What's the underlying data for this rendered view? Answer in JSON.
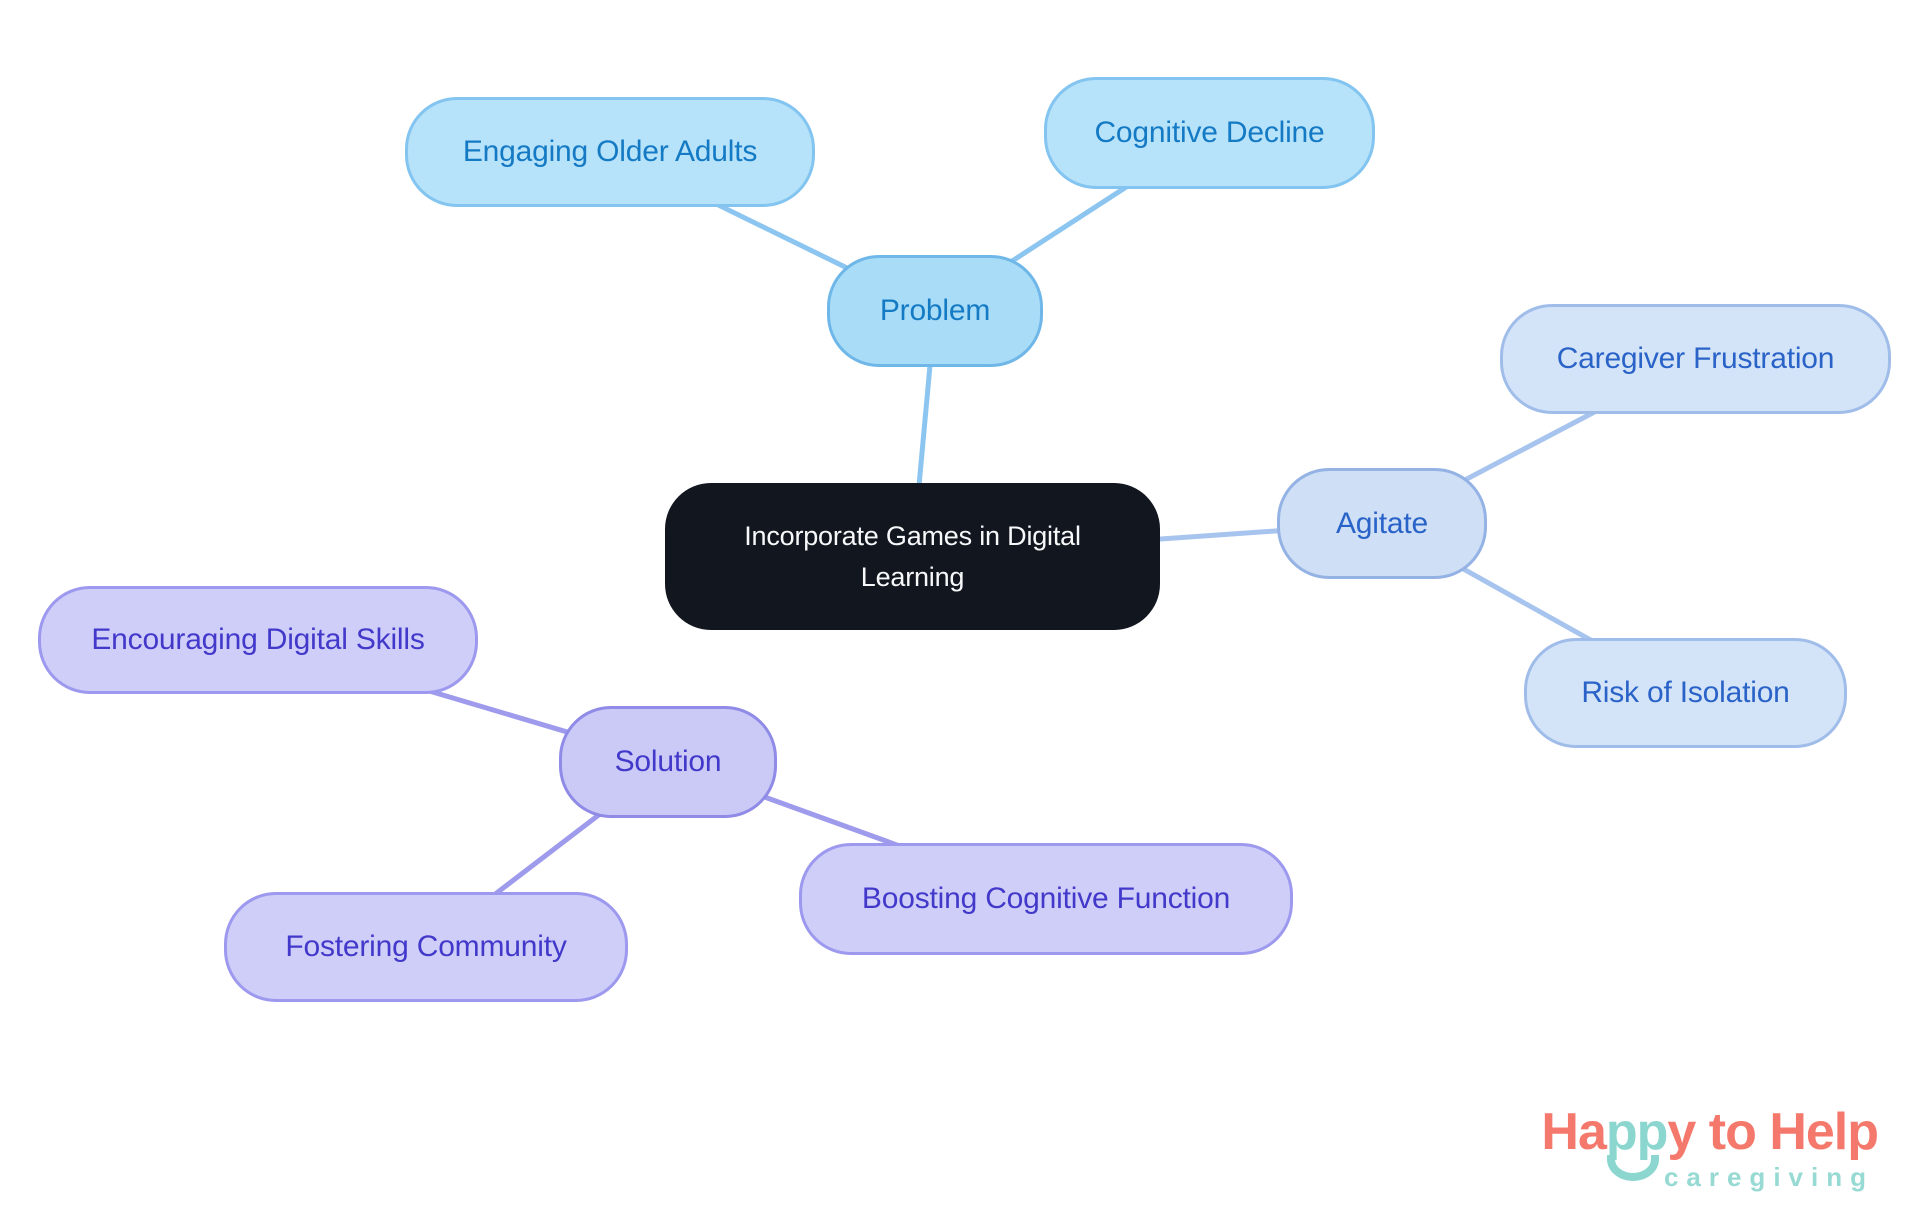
{
  "diagram": {
    "type": "mindmap",
    "central_topic": "Incorporate Games in Digital Learning",
    "nodes": {
      "center": {
        "label": "Incorporate Games in Digital Learning"
      },
      "problem": {
        "label": "Problem"
      },
      "engaging": {
        "label": "Engaging Older Adults"
      },
      "cognitive": {
        "label": "Cognitive Decline"
      },
      "agitate": {
        "label": "Agitate"
      },
      "caregiver": {
        "label": "Caregiver Frustration"
      },
      "risk": {
        "label": "Risk of Isolation"
      },
      "solution": {
        "label": "Solution"
      },
      "digital_skills": {
        "label": "Encouraging Digital Skills"
      },
      "community": {
        "label": "Fostering Community"
      },
      "boosting": {
        "label": "Boosting Cognitive Function"
      }
    },
    "branches": {
      "problem": {
        "parent": "problem",
        "children": [
          "engaging",
          "cognitive"
        ]
      },
      "agitate": {
        "parent": "agitate",
        "children": [
          "caregiver",
          "risk"
        ]
      },
      "solution": {
        "parent": "solution",
        "children": [
          "digital_skills",
          "community",
          "boosting"
        ]
      }
    },
    "edges": [
      {
        "from": "engaging",
        "to": "problem",
        "branch": "problem"
      },
      {
        "from": "cognitive",
        "to": "problem",
        "branch": "problem"
      },
      {
        "from": "problem",
        "to": "center",
        "branch": "problem"
      },
      {
        "from": "caregiver",
        "to": "agitate",
        "branch": "agitate"
      },
      {
        "from": "risk",
        "to": "agitate",
        "branch": "agitate"
      },
      {
        "from": "agitate",
        "to": "center",
        "branch": "agitate"
      },
      {
        "from": "digital_skills",
        "to": "solution",
        "branch": "solution"
      },
      {
        "from": "community",
        "to": "solution",
        "branch": "solution"
      },
      {
        "from": "boosting",
        "to": "solution",
        "branch": "solution"
      }
    ],
    "palette": {
      "problem": {
        "parent_fill": "#A9DCF7",
        "parent_border": "#6FB7E8",
        "child_fill": "#B6E2FA",
        "child_border": "#83C5F0",
        "text": "#157AC4",
        "edge": "#8BC5F0"
      },
      "agitate": {
        "parent_fill": "#CEDFF6",
        "parent_border": "#94B3E4",
        "child_fill": "#D4E4F8",
        "child_border": "#A0BDEA",
        "text": "#2A63C8",
        "edge": "#A6C4ED"
      },
      "solution": {
        "parent_fill": "#CBCAF7",
        "parent_border": "#8F8BE6",
        "child_fill": "#CFCEF9",
        "child_border": "#9D99EE",
        "text": "#4239CA",
        "edge": "#9F9BEC"
      }
    },
    "center_style": {
      "fill": "#12161F",
      "text": "#F7F8FA"
    },
    "edge_width": 5
  },
  "logo": {
    "word_start": "Ha",
    "word_pp": "pp",
    "word_end": "y to Help",
    "subtitle": "caregiving",
    "coral": "#F4796C",
    "teal": "#8BD7D0",
    "subtitle_teal": "#96DAD3"
  }
}
